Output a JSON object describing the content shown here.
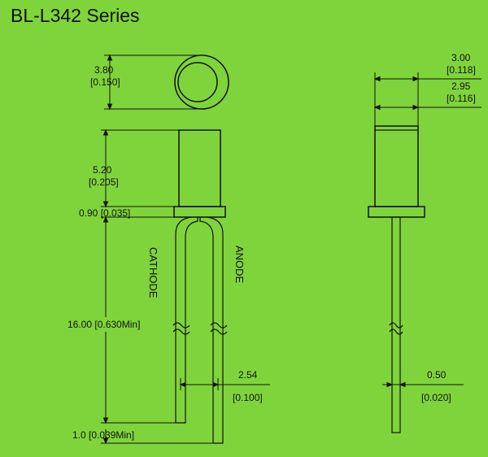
{
  "title": "BL-L342 Series",
  "colors": {
    "background": "#7fd43b",
    "line": "#111111"
  },
  "labels": {
    "cathode": "CATHODE",
    "anode": "ANODE"
  },
  "dimensions": {
    "top_view_diameter": {
      "mm": "3.80",
      "inch": "[0.150]"
    },
    "body_height": {
      "mm": "5.20",
      "inch": "[0.205]"
    },
    "flange_thickness": {
      "text": "0.90 [0.035]"
    },
    "lead_length": {
      "text": "16.00 [0.630Min]"
    },
    "lead_offset": {
      "text": "1.0 [0.039Min]"
    },
    "lead_spacing": {
      "mm": "2.54",
      "inch": "[0.100]"
    },
    "body_diameter": {
      "mm": "3.00",
      "inch": "[0.118]"
    },
    "lens_diameter": {
      "mm": "2.95",
      "inch": "[0.116]"
    },
    "lead_width": {
      "mm": "0.50",
      "inch": "[0.020]"
    }
  }
}
